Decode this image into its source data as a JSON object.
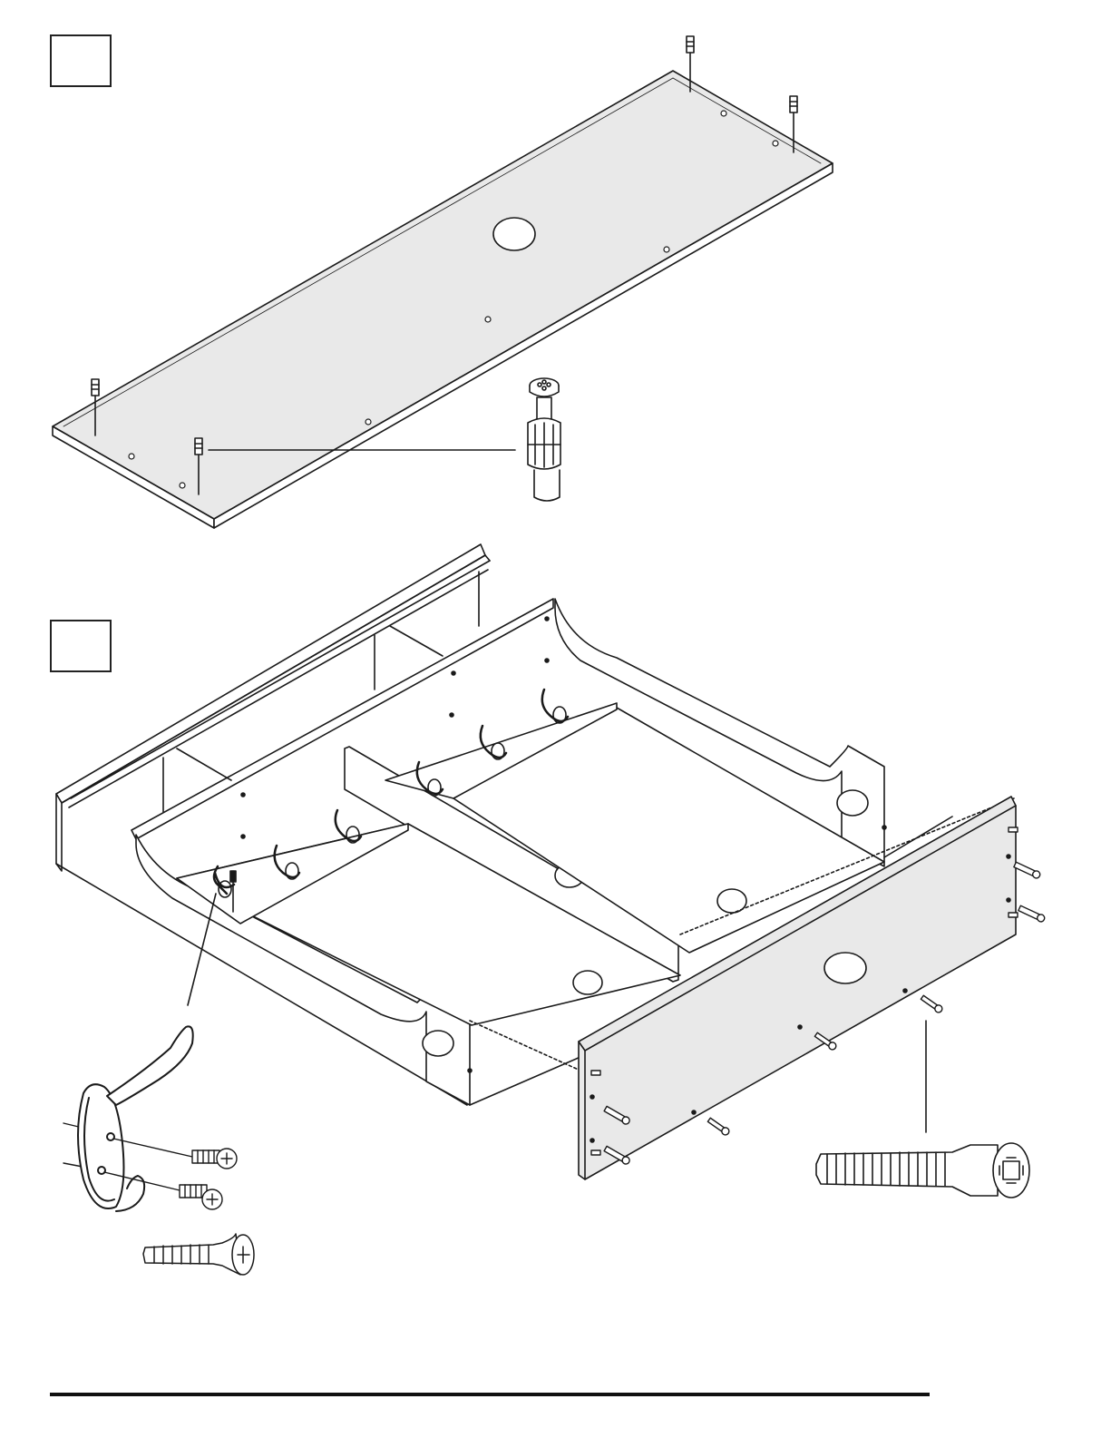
{
  "steps": [
    {
      "id": "step-1",
      "label": ""
    },
    {
      "id": "step-2",
      "label": ""
    }
  ],
  "colors": {
    "line": "#1a1a1a",
    "panel_fill": "#e9e9e9",
    "interior_fill": "#ffffff"
  },
  "parts": {
    "top_panel": {
      "cam_dowels": 4
    },
    "drawer": {
      "coat_hooks": 6,
      "front_panel_screws": 6,
      "side_cam_bolts": 4
    }
  },
  "icons": [
    "cam-dowel-icon",
    "coat-hook-icon",
    "wood-screw-icon",
    "cam-bolt-icon"
  ]
}
